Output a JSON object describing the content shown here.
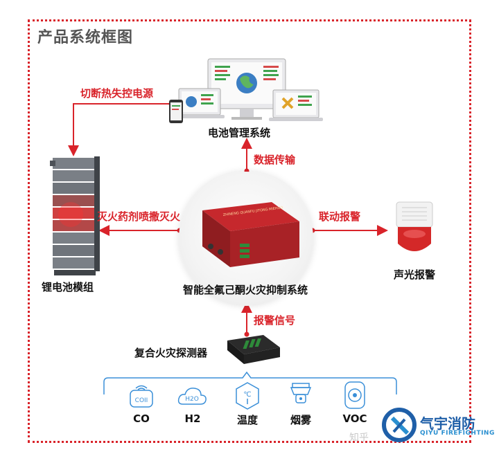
{
  "title": "产品系统框图",
  "nodes": {
    "bms": "电池管理系统",
    "battery": "锂电池模组",
    "suppression": "智能全氟己酮火灾抑制系统",
    "alarm": "声光报警",
    "detector": "复合火灾探测器"
  },
  "edges": {
    "cut_power": "切断热失控电源",
    "data_transfer": "数据传输",
    "spray": "灭火药剂喷撒灭火",
    "linkage_alarm": "联动报警",
    "alarm_signal": "报警信号"
  },
  "sensors": [
    {
      "label": "CO",
      "icon": "co-sensor-icon"
    },
    {
      "label": "H2",
      "icon": "h2-cloud-icon"
    },
    {
      "label": "温度",
      "icon": "thermometer-icon"
    },
    {
      "label": "烟雾",
      "icon": "smoke-detector-icon"
    },
    {
      "label": "VOC",
      "icon": "voc-sensor-icon"
    }
  ],
  "sensor_icon_text": {
    "co": "COII",
    "h2": "H2O",
    "temp": "℃"
  },
  "device_text": "ZHINENG QUANFU JITONG MIEHUO",
  "brand": {
    "name": "气宇消防",
    "sub": "QIYU FIREFIGHTING"
  },
  "watermark": "知乎",
  "colors": {
    "accent_red": "#d9232a",
    "brand_blue": "#1f5fa8",
    "sensor_blue": "#3a8fd8"
  }
}
